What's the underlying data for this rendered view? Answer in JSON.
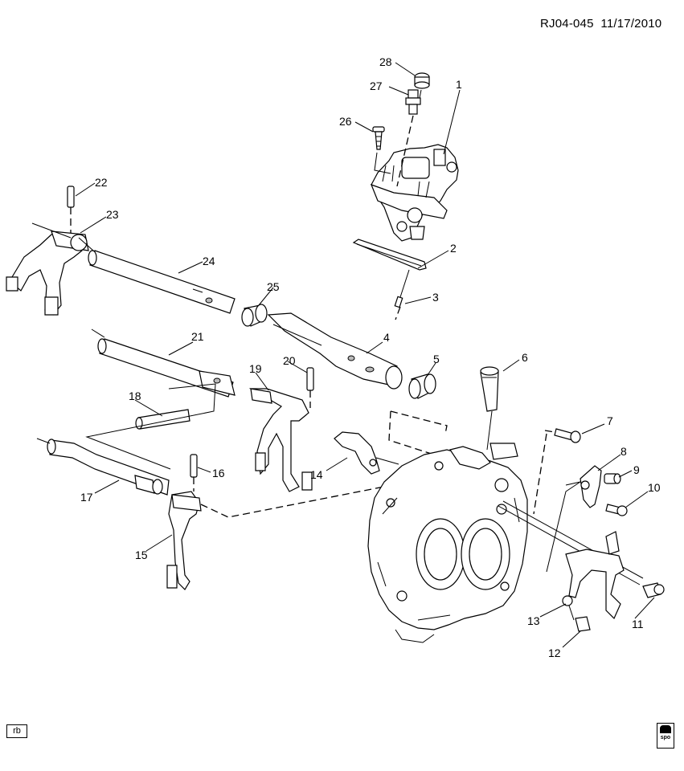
{
  "header": {
    "code": "RJ04-045",
    "date": "11/17/2010"
  },
  "footer": {
    "rb_label": "rb",
    "logo_text": "spo"
  },
  "callouts": [
    "1",
    "2",
    "3",
    "4",
    "5",
    "6",
    "7",
    "8",
    "9",
    "10",
    "11",
    "12",
    "13",
    "14",
    "15",
    "16",
    "17",
    "18",
    "19",
    "20",
    "21",
    "22",
    "23",
    "24",
    "25",
    "26",
    "27",
    "28"
  ]
}
